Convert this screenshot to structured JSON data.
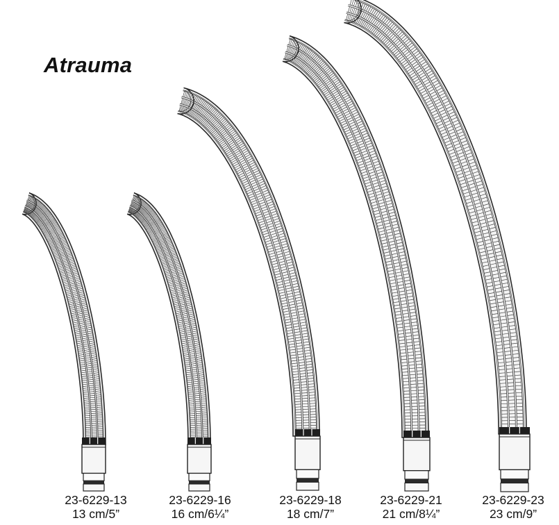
{
  "heading": "Atrauma",
  "instruments": [
    {
      "code": "23-6229-13",
      "size": "13 cm/5”"
    },
    {
      "code": "23-6229-16",
      "size": "16 cm/6¼”"
    },
    {
      "code": "23-6229-18",
      "size": "18 cm/7”"
    },
    {
      "code": "23-6229-21",
      "size": "21 cm/8¼”"
    },
    {
      "code": "23-6229-23",
      "size": "23 cm/9”"
    }
  ]
}
